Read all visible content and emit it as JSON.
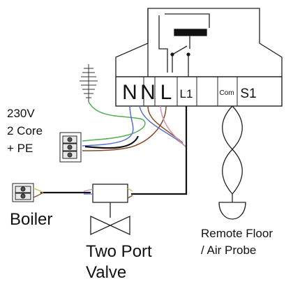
{
  "labels": {
    "supply_line1": "230V",
    "supply_line2": "2 Core",
    "supply_line3": "+ PE",
    "boiler": "Boiler",
    "valve_line1": "Two Port",
    "valve_line2": "Valve",
    "probe_line1": "Remote Floor",
    "probe_line2": "/ Air Probe"
  },
  "terminals": {
    "n1": "N",
    "n2": "N",
    "l": "L",
    "l1": "L1",
    "com": "Com",
    "s1": "S1"
  },
  "colors": {
    "outline": "#222222",
    "wire_black": "#111111",
    "wire_brown": "#8a4a2a",
    "wire_blue": "#5a6fd0",
    "wire_green": "#4fb04f",
    "wire_yellow": "#c9c24a",
    "wire_pink": "#d090b0",
    "box_fill": "#ffffff"
  }
}
